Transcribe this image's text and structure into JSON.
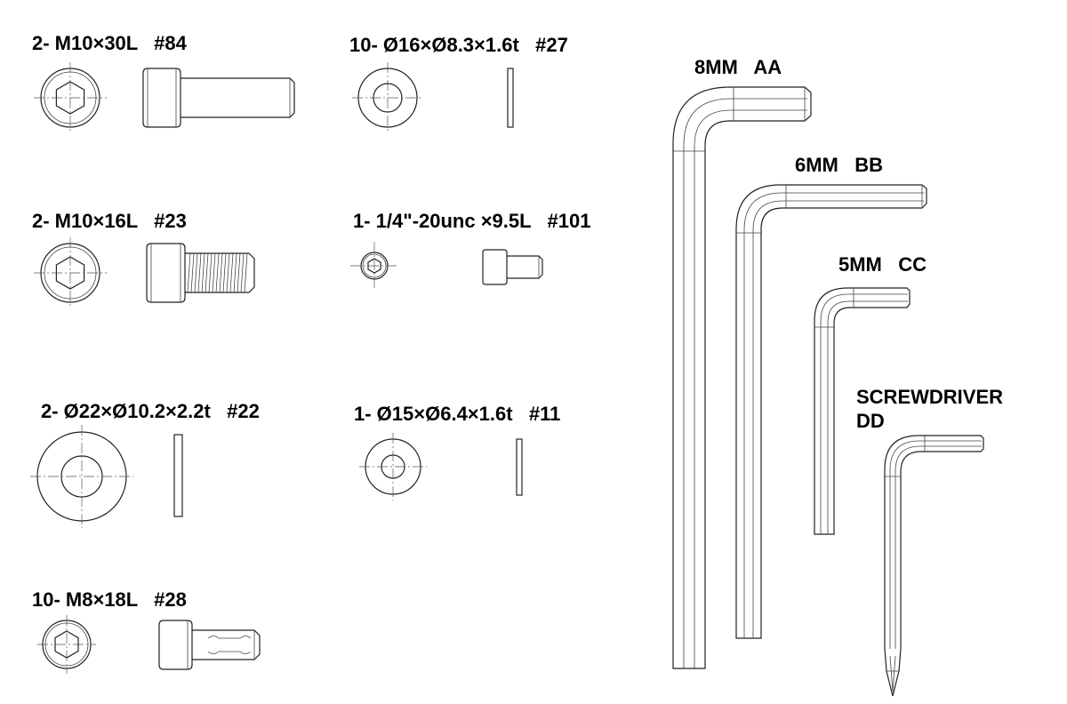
{
  "parts": [
    {
      "id": "p84",
      "label": "2- M10×30L   #84"
    },
    {
      "id": "p27",
      "label": "10- Ø16×Ø8.3×1.6t   #27"
    },
    {
      "id": "p23",
      "label": "2- M10×16L   #23"
    },
    {
      "id": "p101",
      "label": "1- 1/4\"-20unc ×9.5L   #101"
    },
    {
      "id": "p22",
      "label": "2- Ø22×Ø10.2×2.2t   #22"
    },
    {
      "id": "p11",
      "label": "1- Ø15×Ø6.4×1.6t   #11"
    },
    {
      "id": "p28",
      "label": "10- M8×18L   #28"
    }
  ],
  "tools": [
    {
      "id": "aa",
      "label": "8MM   AA"
    },
    {
      "id": "bb",
      "label": "6MM   BB"
    },
    {
      "id": "cc",
      "label": "5MM   CC"
    },
    {
      "id": "dd",
      "label_line1": "SCREWDRIVER",
      "label_line2": "DD"
    }
  ]
}
